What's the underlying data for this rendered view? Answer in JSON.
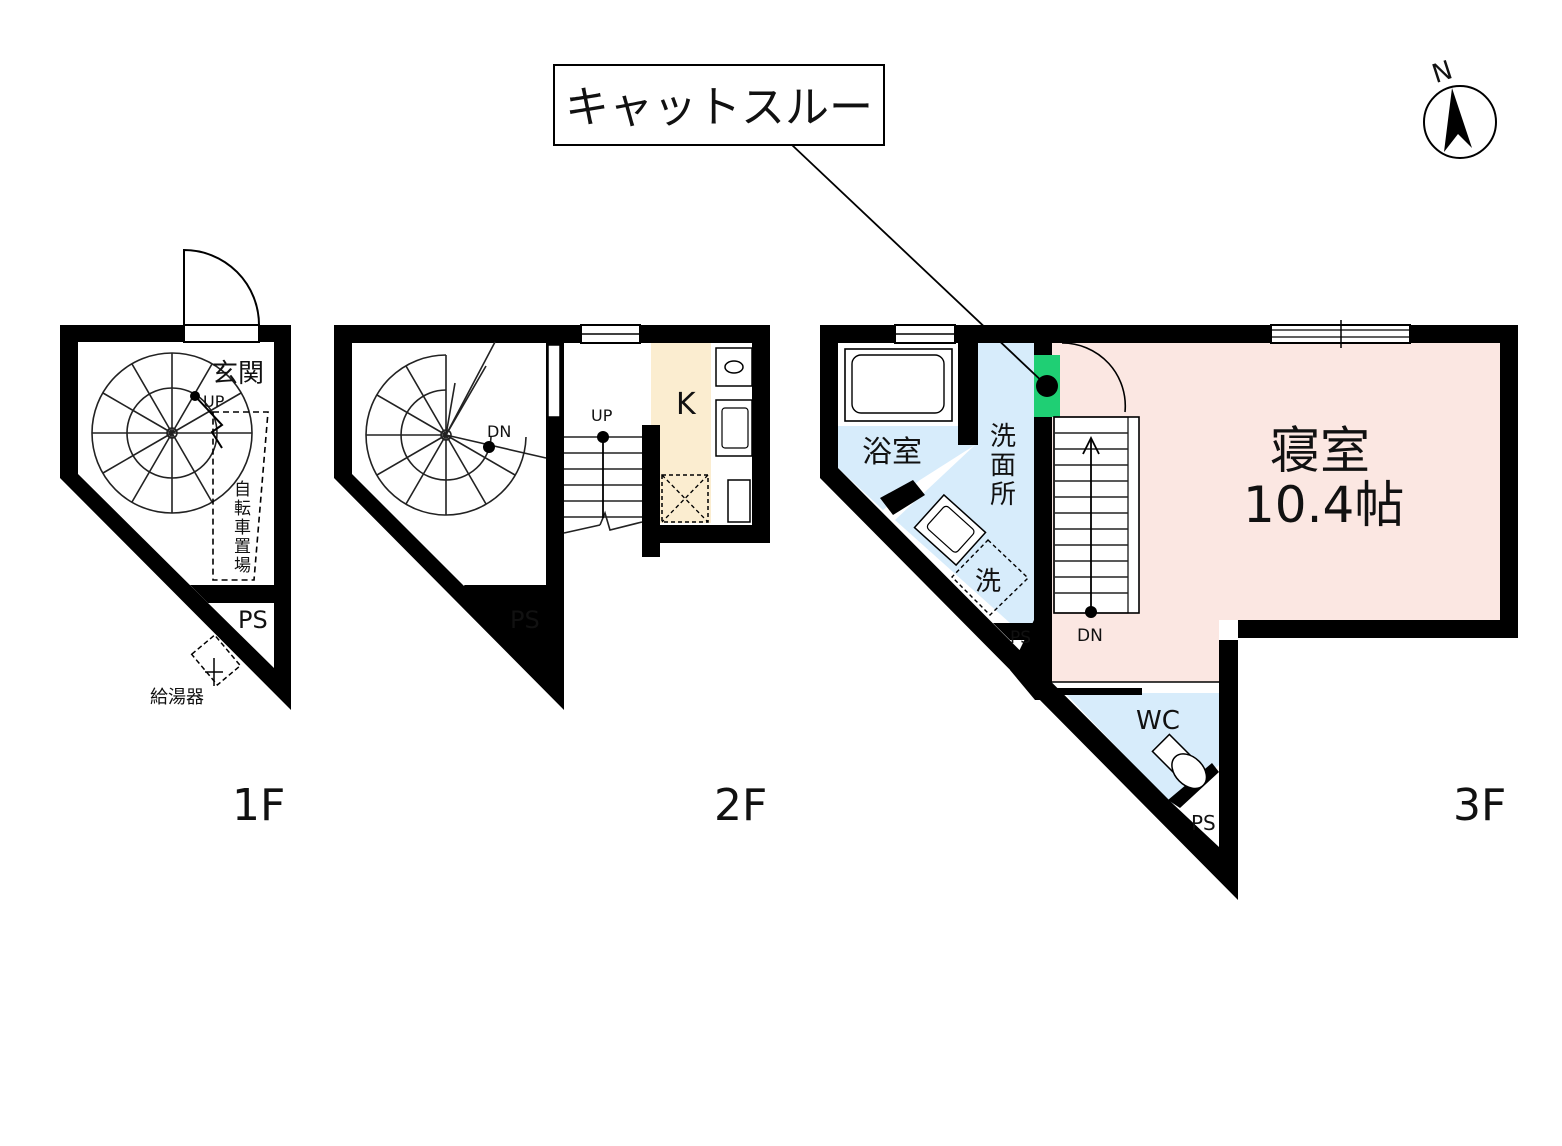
{
  "callout": {
    "label": "キャットスルー"
  },
  "compass": {
    "north": "N"
  },
  "floor1": {
    "entrance": "玄関",
    "up": "UP",
    "bike": [
      "自",
      "転",
      "車",
      "置",
      "場"
    ],
    "ps": "PS",
    "water_heater": "給湯器",
    "floor": "1F"
  },
  "floor2": {
    "kitchen": "K",
    "up": "UP",
    "dn": "DN",
    "ps": "PS",
    "floor": "2F"
  },
  "floor3": {
    "bath": "浴室",
    "wash": [
      "洗",
      "面",
      "所"
    ],
    "washer": "洗",
    "bedroom": "寝室",
    "bedroom_size": "10.4帖",
    "dn": "DN",
    "wc": "WC",
    "ps1": "PS",
    "ps2": "PS",
    "floor": "3F"
  },
  "colors": {
    "wall": "#000000",
    "bedroom": "#fbe7e2",
    "wet": "#d7ecfb",
    "kitchen": "#fbedd0",
    "catthrough": "#1fcf74"
  }
}
